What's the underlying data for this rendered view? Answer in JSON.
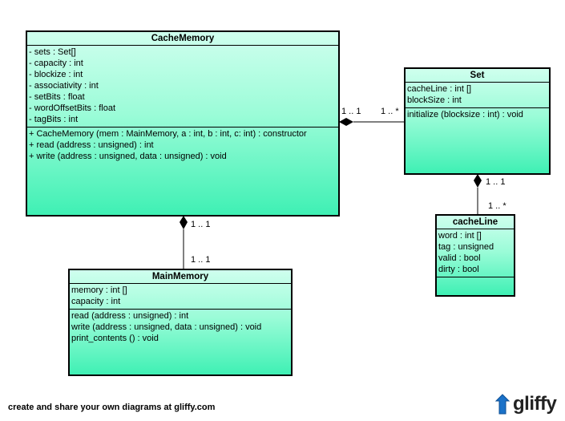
{
  "cache_memory": {
    "title": "CacheMemory",
    "attributes": [
      "- sets : Set[]",
      "- capacity : int",
      "- blockize : int",
      "- associativity : int",
      "- setBits : float",
      "- wordOffsetBits : float",
      "- tagBits : int"
    ],
    "methods": [
      "+ CacheMemory (mem : MainMemory, a : int, b : int, c: int) : constructor",
      "+ read (address : unsigned) : int",
      "+ write (address : unsigned, data : unsigned) : void"
    ]
  },
  "set": {
    "title": "Set",
    "attributes": [
      "cacheLine : int []",
      "blockSize : int"
    ],
    "methods": [
      "initialize (blocksize : int) : void"
    ]
  },
  "main_memory": {
    "title": "MainMemory",
    "attributes": [
      "memory : int []",
      "capacity : int"
    ],
    "methods": [
      "read (address : unsigned) : int",
      "write (address : unsigned, data : unsigned) : void",
      "print_contents () : void"
    ]
  },
  "cache_line": {
    "title": "cacheLine",
    "attributes": [
      "word : int []",
      "tag : unsigned",
      "valid : bool",
      "dirty : bool"
    ],
    "methods": []
  },
  "relations": {
    "cache_set_near": "1 .. 1",
    "cache_set_far": "1 .. *",
    "set_line_near": "1 .. 1",
    "set_line_far": "1 .. *",
    "cache_main_near": "1 .. 1",
    "cache_main_far": "1 .. 1"
  },
  "footer": {
    "text": "create and share your own diagrams at gliffy.com",
    "logo": "gliffy"
  },
  "colors": {
    "class_fill_top": "#cfffee",
    "class_fill_bottom": "#3ff0b4",
    "border": "#000000"
  }
}
